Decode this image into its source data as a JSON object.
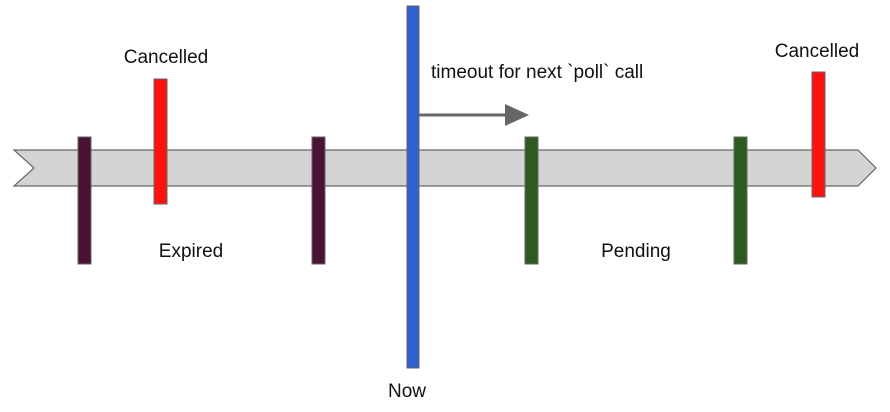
{
  "labels": {
    "cancelled_left": "Cancelled",
    "cancelled_right": "Cancelled",
    "timeout": "timeout for next `poll` call",
    "expired": "Expired",
    "pending": "Pending",
    "now": "Now"
  },
  "colors": {
    "timeline_fill": "#d3d3d3",
    "timeline_stroke": "#666666",
    "expired_marker": "#4a1235",
    "pending_marker": "#2d5a1f",
    "cancelled_marker": "#ff1111",
    "now_marker": "#2f5fd0",
    "arrow": "#666666"
  }
}
